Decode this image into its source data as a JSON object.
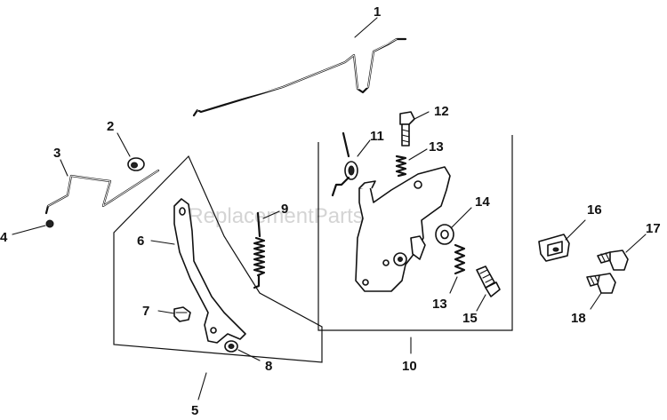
{
  "watermark": "eReplacementParts.com",
  "callouts": {
    "c1": "1",
    "c2": "2",
    "c3": "3",
    "c4": "4",
    "c5": "5",
    "c6": "6",
    "c7": "7",
    "c8": "8",
    "c9": "9",
    "c10": "10",
    "c11": "11",
    "c12": "12",
    "c13a": "13",
    "c13b": "13",
    "c14": "14",
    "c15": "15",
    "c16": "16",
    "c17": "17",
    "c18": "18"
  }
}
